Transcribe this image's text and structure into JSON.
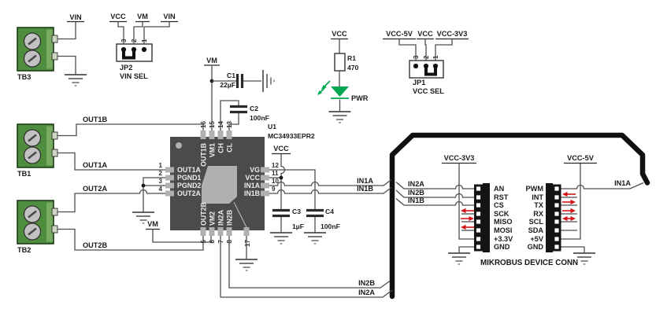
{
  "colors": {
    "wire": "#4d4d4d",
    "text": "#1b1b1b",
    "chip_body": "#4b4b4b",
    "chip_pad": "#b0b0b0",
    "header_black": "#141414",
    "red_arrow": "#d41317",
    "led_green": "#00a650",
    "terminal_green": "#4e8c3e",
    "bus_black": "#101010"
  },
  "terminals": {
    "tb3": "TB3",
    "tb1": "TB1",
    "tb2": "TB2"
  },
  "power": {
    "vin": "VIN",
    "vm": "VM",
    "vcc": "VCC",
    "vcc_5v": "VCC-5V",
    "vcc_3v3": "VCC-3V3"
  },
  "jp2": {
    "ref": "JP2",
    "func": "VIN SEL",
    "pin3": "3",
    "pin2": "2",
    "pin1": "1"
  },
  "jp1": {
    "ref": "JP1",
    "func": "VCC SEL",
    "pin3": "3",
    "pin2": "2",
    "pin1": "1"
  },
  "r1": {
    "ref": "R1",
    "value": "470"
  },
  "led": {
    "label": "PWR"
  },
  "c1": {
    "ref": "C1",
    "value": "22µF"
  },
  "c2": {
    "ref": "C2",
    "value": "100nF"
  },
  "c3": {
    "ref": "C3",
    "value": "1µF"
  },
  "c4": {
    "ref": "C4",
    "value": "100nF"
  },
  "u1": {
    "ref": "U1",
    "part": "MC34933EPR2",
    "pins_left": [
      {
        "n": "1",
        "name": "OUT1A"
      },
      {
        "n": "2",
        "name": "PGND1"
      },
      {
        "n": "3",
        "name": "PGND2"
      },
      {
        "n": "4",
        "name": "OUT2A"
      }
    ],
    "pins_right": [
      {
        "n": "12",
        "name": "VG"
      },
      {
        "n": "11",
        "name": "VCC"
      },
      {
        "n": "10",
        "name": "IN1A"
      },
      {
        "n": "9",
        "name": "IN1B"
      }
    ],
    "pins_top": [
      {
        "n": "16",
        "name": "OUT1B"
      },
      {
        "n": "15",
        "name": "VM1"
      },
      {
        "n": "14",
        "name": "CH"
      },
      {
        "n": "13",
        "name": "CL"
      }
    ],
    "pins_bottom": [
      {
        "n": "5",
        "name": "OUT2B"
      },
      {
        "n": "6",
        "name": "VM2"
      },
      {
        "n": "7",
        "name": "IN2A"
      },
      {
        "n": "8",
        "name": "IN2B"
      }
    ],
    "pad_pin": "17"
  },
  "nets": {
    "out1b": "OUT1B",
    "out1a": "OUT1A",
    "out2a": "OUT2A",
    "out2b": "OUT2B",
    "in1a": "IN1A",
    "in1b": "IN1B",
    "in2a": "IN2A",
    "in2b": "IN2B"
  },
  "mikrobus": {
    "caption": "MIKROBUS DEVICE CONN",
    "left": [
      "AN",
      "RST",
      "CS",
      "SCK",
      "MISO",
      "MOSI",
      "+3.3V",
      "GND"
    ],
    "right": [
      "PWM",
      "INT",
      "TX",
      "RX",
      "SCL",
      "SDA",
      "+5V",
      "GND"
    ]
  }
}
